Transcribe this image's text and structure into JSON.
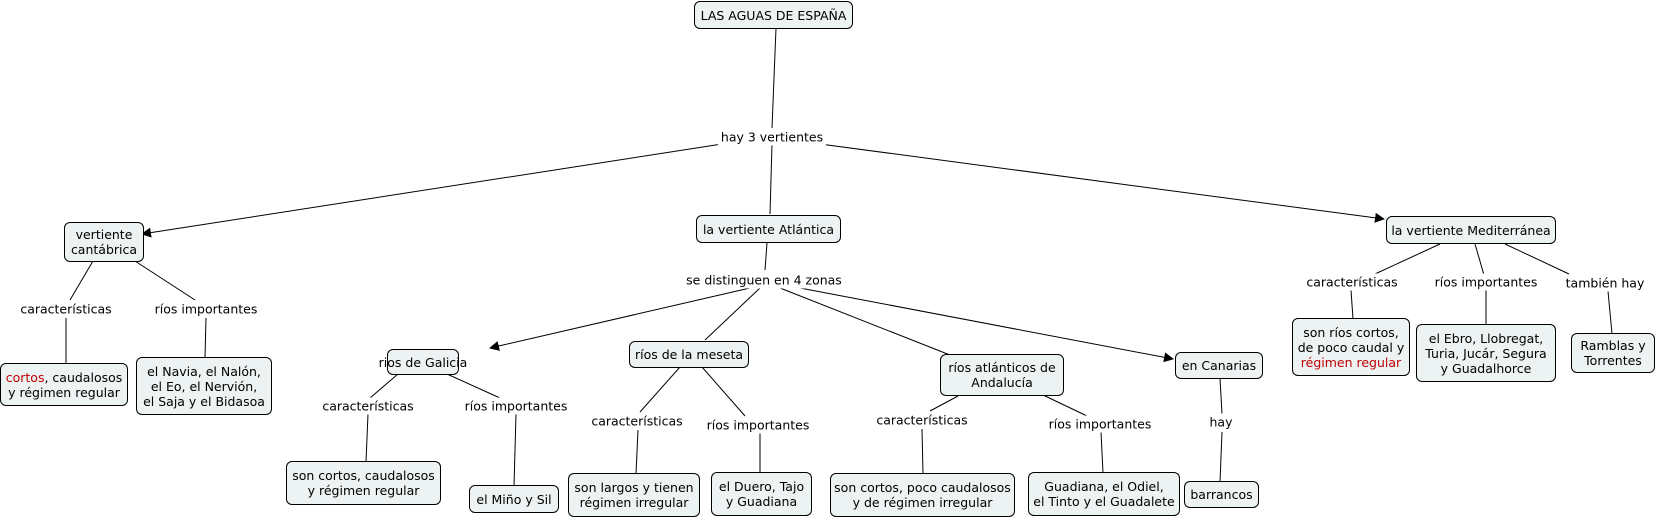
{
  "colors": {
    "node_fill": "#edf2f3",
    "border": "#000000",
    "highlight_text": "#c00000"
  },
  "root": "LAS AGUAS DE ESPAÑA",
  "root_link": "hay 3 vertientes",
  "cantabrica": {
    "title_1": "vertiente",
    "title_2": "cantábrica",
    "link_car": "características",
    "link_rios": "ríos importantes",
    "car_red": "cortos",
    "car_rest": ", caudalosos",
    "car_2": "y régimen regular",
    "rios_1": "el Navia, el Nalón,",
    "rios_2": "el Eo, el Nervión,",
    "rios_3": "el Saja y el Bidasoa"
  },
  "atlantica": {
    "title": "la vertiente  Atlántica",
    "link_zonas": "se distinguen en 4 zonas",
    "galicia": {
      "title": "rios de Galicia",
      "link_car": "características",
      "link_rios": "ríos importantes",
      "car_1": "son cortos, caudalosos",
      "car_2": "y régimen regular",
      "rios": "el Miño y Sil"
    },
    "meseta": {
      "title": "ríos de la meseta",
      "link_car": "características",
      "link_rios": "ríos importantes",
      "car_1": "son largos y tienen",
      "car_2": "régimen irregular",
      "rios_1": "el Duero, Tajo",
      "rios_2": "y Guadiana"
    },
    "andalucia": {
      "title_1": "ríos atlánticos de",
      "title_2": "Andalucía",
      "link_car": "características",
      "link_rios": "ríos importantes",
      "car_1": "son cortos, poco caudalosos",
      "car_2": "y de régimen irregular",
      "rios_1": "Guadiana, el Odiel,",
      "rios_2": "el Tinto y el Guadalete"
    },
    "canarias": {
      "title": "en Canarias",
      "link": "hay",
      "value": "barrancos"
    }
  },
  "mediterranea": {
    "title": "la vertiente Mediterránea",
    "link_car": "características",
    "link_rios": "ríos importantes",
    "link_tambien": "también hay",
    "car_1": "son ríos cortos,",
    "car_2": "de poco caudal y",
    "car_red": "régimen regular",
    "rios_1": "el Ebro, Llobregat,",
    "rios_2": "Turia, Jucár, Segura",
    "rios_3": "y Guadalhorce",
    "tambien_1": "Ramblas y",
    "tambien_2": "Torrentes"
  }
}
